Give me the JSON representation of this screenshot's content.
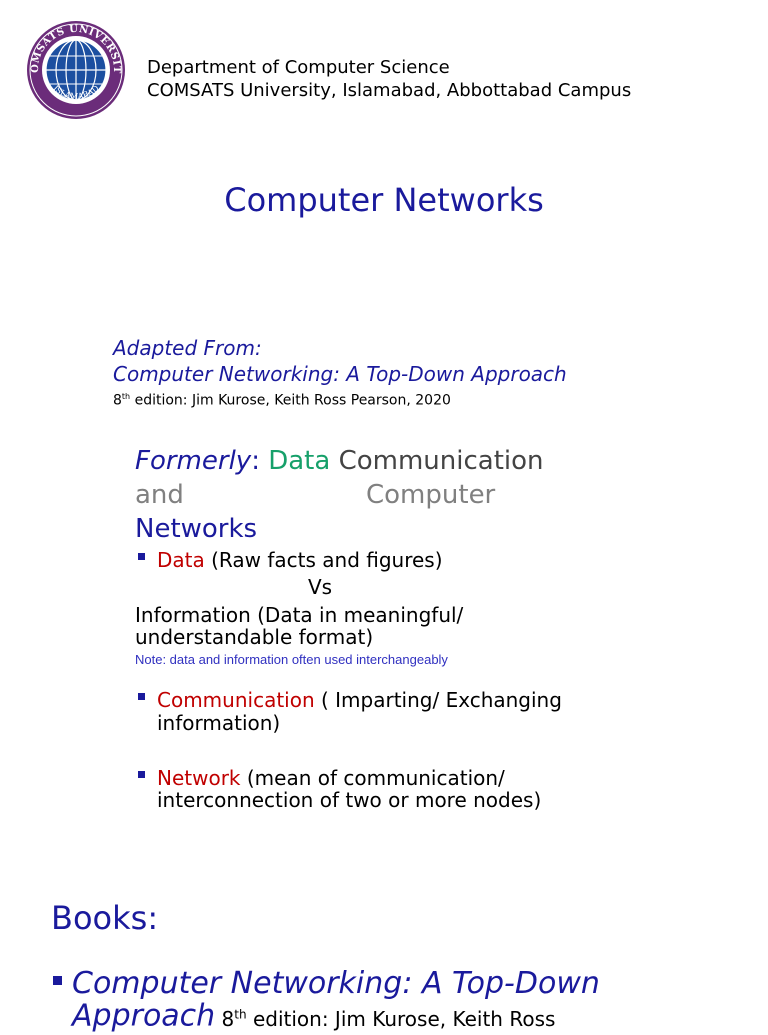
{
  "header": {
    "department": "Department of Computer Science",
    "campus": "COMSATS University, Islamabad, Abbottabad Campus",
    "logo": {
      "ring_text_top": "COMSATS UNIVERSITY",
      "ring_text_bottom": "ISLAMABAD",
      "colors": {
        "ring": "#6b2c7a",
        "globe": "#1c4fa0"
      }
    }
  },
  "title": "Computer Networks",
  "adapted": {
    "line1": "Adapted From:",
    "line2": "Computer Networking: A Top-Down Approach",
    "edition_num": "8",
    "edition_sup": "th",
    "edition_rest": " edition: Jim Kurose, Keith Ross Pearson, 2020"
  },
  "formerly": {
    "label": "Formerly",
    "colon": ":",
    "data": "Data",
    "communication": "Communication",
    "and": "and",
    "computer": "Computer",
    "networks": "Networks"
  },
  "bullets": [
    {
      "term": "Data",
      "desc": " (Raw facts and figures)"
    },
    {
      "term": "Communication",
      "desc": " ( Imparting/ Exchanging",
      "desc2": "information)"
    },
    {
      "term": "Network",
      "desc": " (mean of communication/",
      "desc2": "interconnection of two or more nodes)"
    }
  ],
  "vs": "Vs",
  "information": {
    "line1": "Information (Data in meaningful/",
    "line2": "understandable format)"
  },
  "note": "Note: data and information often used interchangeably",
  "books": {
    "heading": "Books:",
    "item_line1": "Computer Networking: A Top-Down",
    "item_line2": "Approach",
    "tail_num": " 8",
    "tail_sup": "th",
    "tail_rest": " edition: Jim Kurose, Keith Ross"
  }
}
